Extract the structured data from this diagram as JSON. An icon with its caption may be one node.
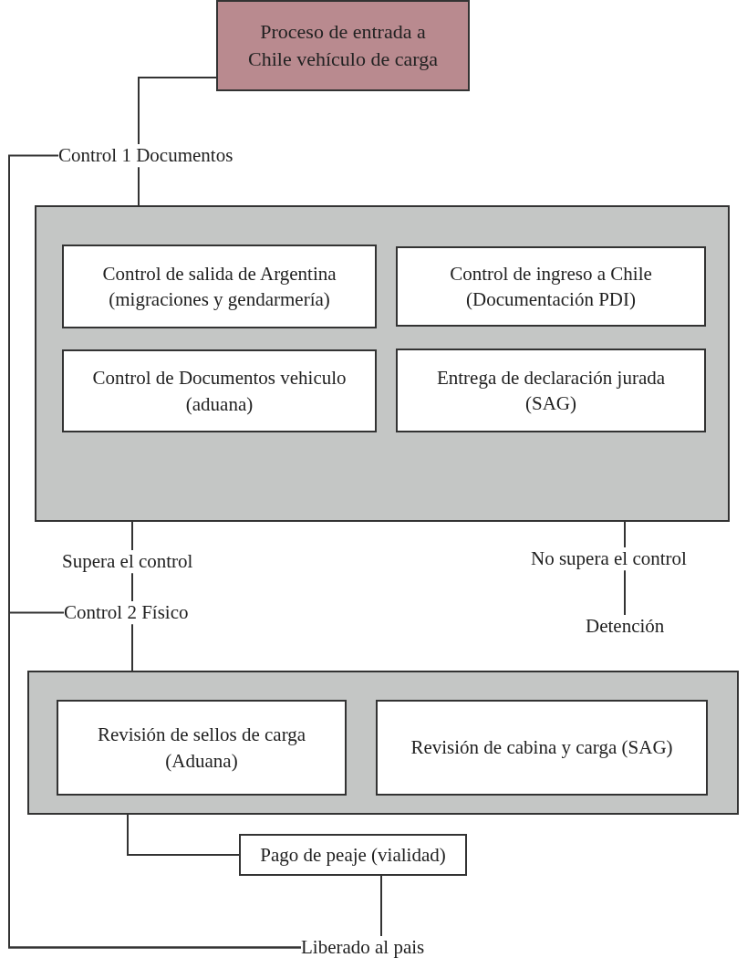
{
  "diagram": {
    "nodes": [
      {
        "text": [
          "Proceso de entrada a Chile vehículo de carga"
        ]
      },
      {
        "text": [
          "Control 1 Documentos"
        ]
      },
      {
        "text": [],
        "shape": "box"
      },
      {
        "text": [
          "Control de salida de Argentina (migraciones y gendarmería)"
        ],
        "in": 2
      },
      {
        "text": [
          "Control de ingreso a Chile (Documentación PDI)"
        ],
        "in": 2
      },
      {
        "text": [
          "Control de Documentos vehiculo (aduana)"
        ],
        "in": 2
      },
      {
        "text": [
          "Entrega de declaración jurada (SAG)"
        ],
        "in": 2
      },
      {
        "text": [
          "Supera el control"
        ]
      },
      {
        "text": [
          "No supera el control"
        ]
      },
      {
        "text": [
          "Control 2 Físico"
        ]
      },
      {
        "text": [
          "Detención"
        ]
      },
      {
        "text": [],
        "shape": "box"
      },
      {
        "text": [
          "Revisión de sellos de carga (Aduana)"
        ],
        "in": 11
      },
      {
        "text": [
          "Revisión de cabina y carga (SAG)"
        ],
        "in": 11
      },
      {
        "text": [
          "Pago de peaje (vialidad)"
        ]
      },
      {
        "text": [
          "Liberado al pais"
        ]
      }
    ],
    "edges": [
      {
        "from": 0,
        "to": 1,
        "arrow": "none"
      },
      {
        "from": 1,
        "to": 2,
        "arrow": "none"
      },
      {
        "from": 1,
        "to": 15,
        "arrow": "none"
      },
      {
        "from": 2,
        "to": 7,
        "arrow": "none"
      },
      {
        "from": 7,
        "to": 9,
        "arrow": "none"
      },
      {
        "from": 9,
        "to": 11,
        "arrow": "none"
      },
      {
        "from": 9,
        "to": 15,
        "arrow": "none"
      },
      {
        "from": 2,
        "to": 8,
        "arrow": "none"
      },
      {
        "from": 8,
        "to": 10,
        "arrow": "none"
      },
      {
        "from": 11,
        "to": 14,
        "arrow": "none"
      },
      {
        "from": 14,
        "to": 15,
        "arrow": "none"
      }
    ]
  }
}
